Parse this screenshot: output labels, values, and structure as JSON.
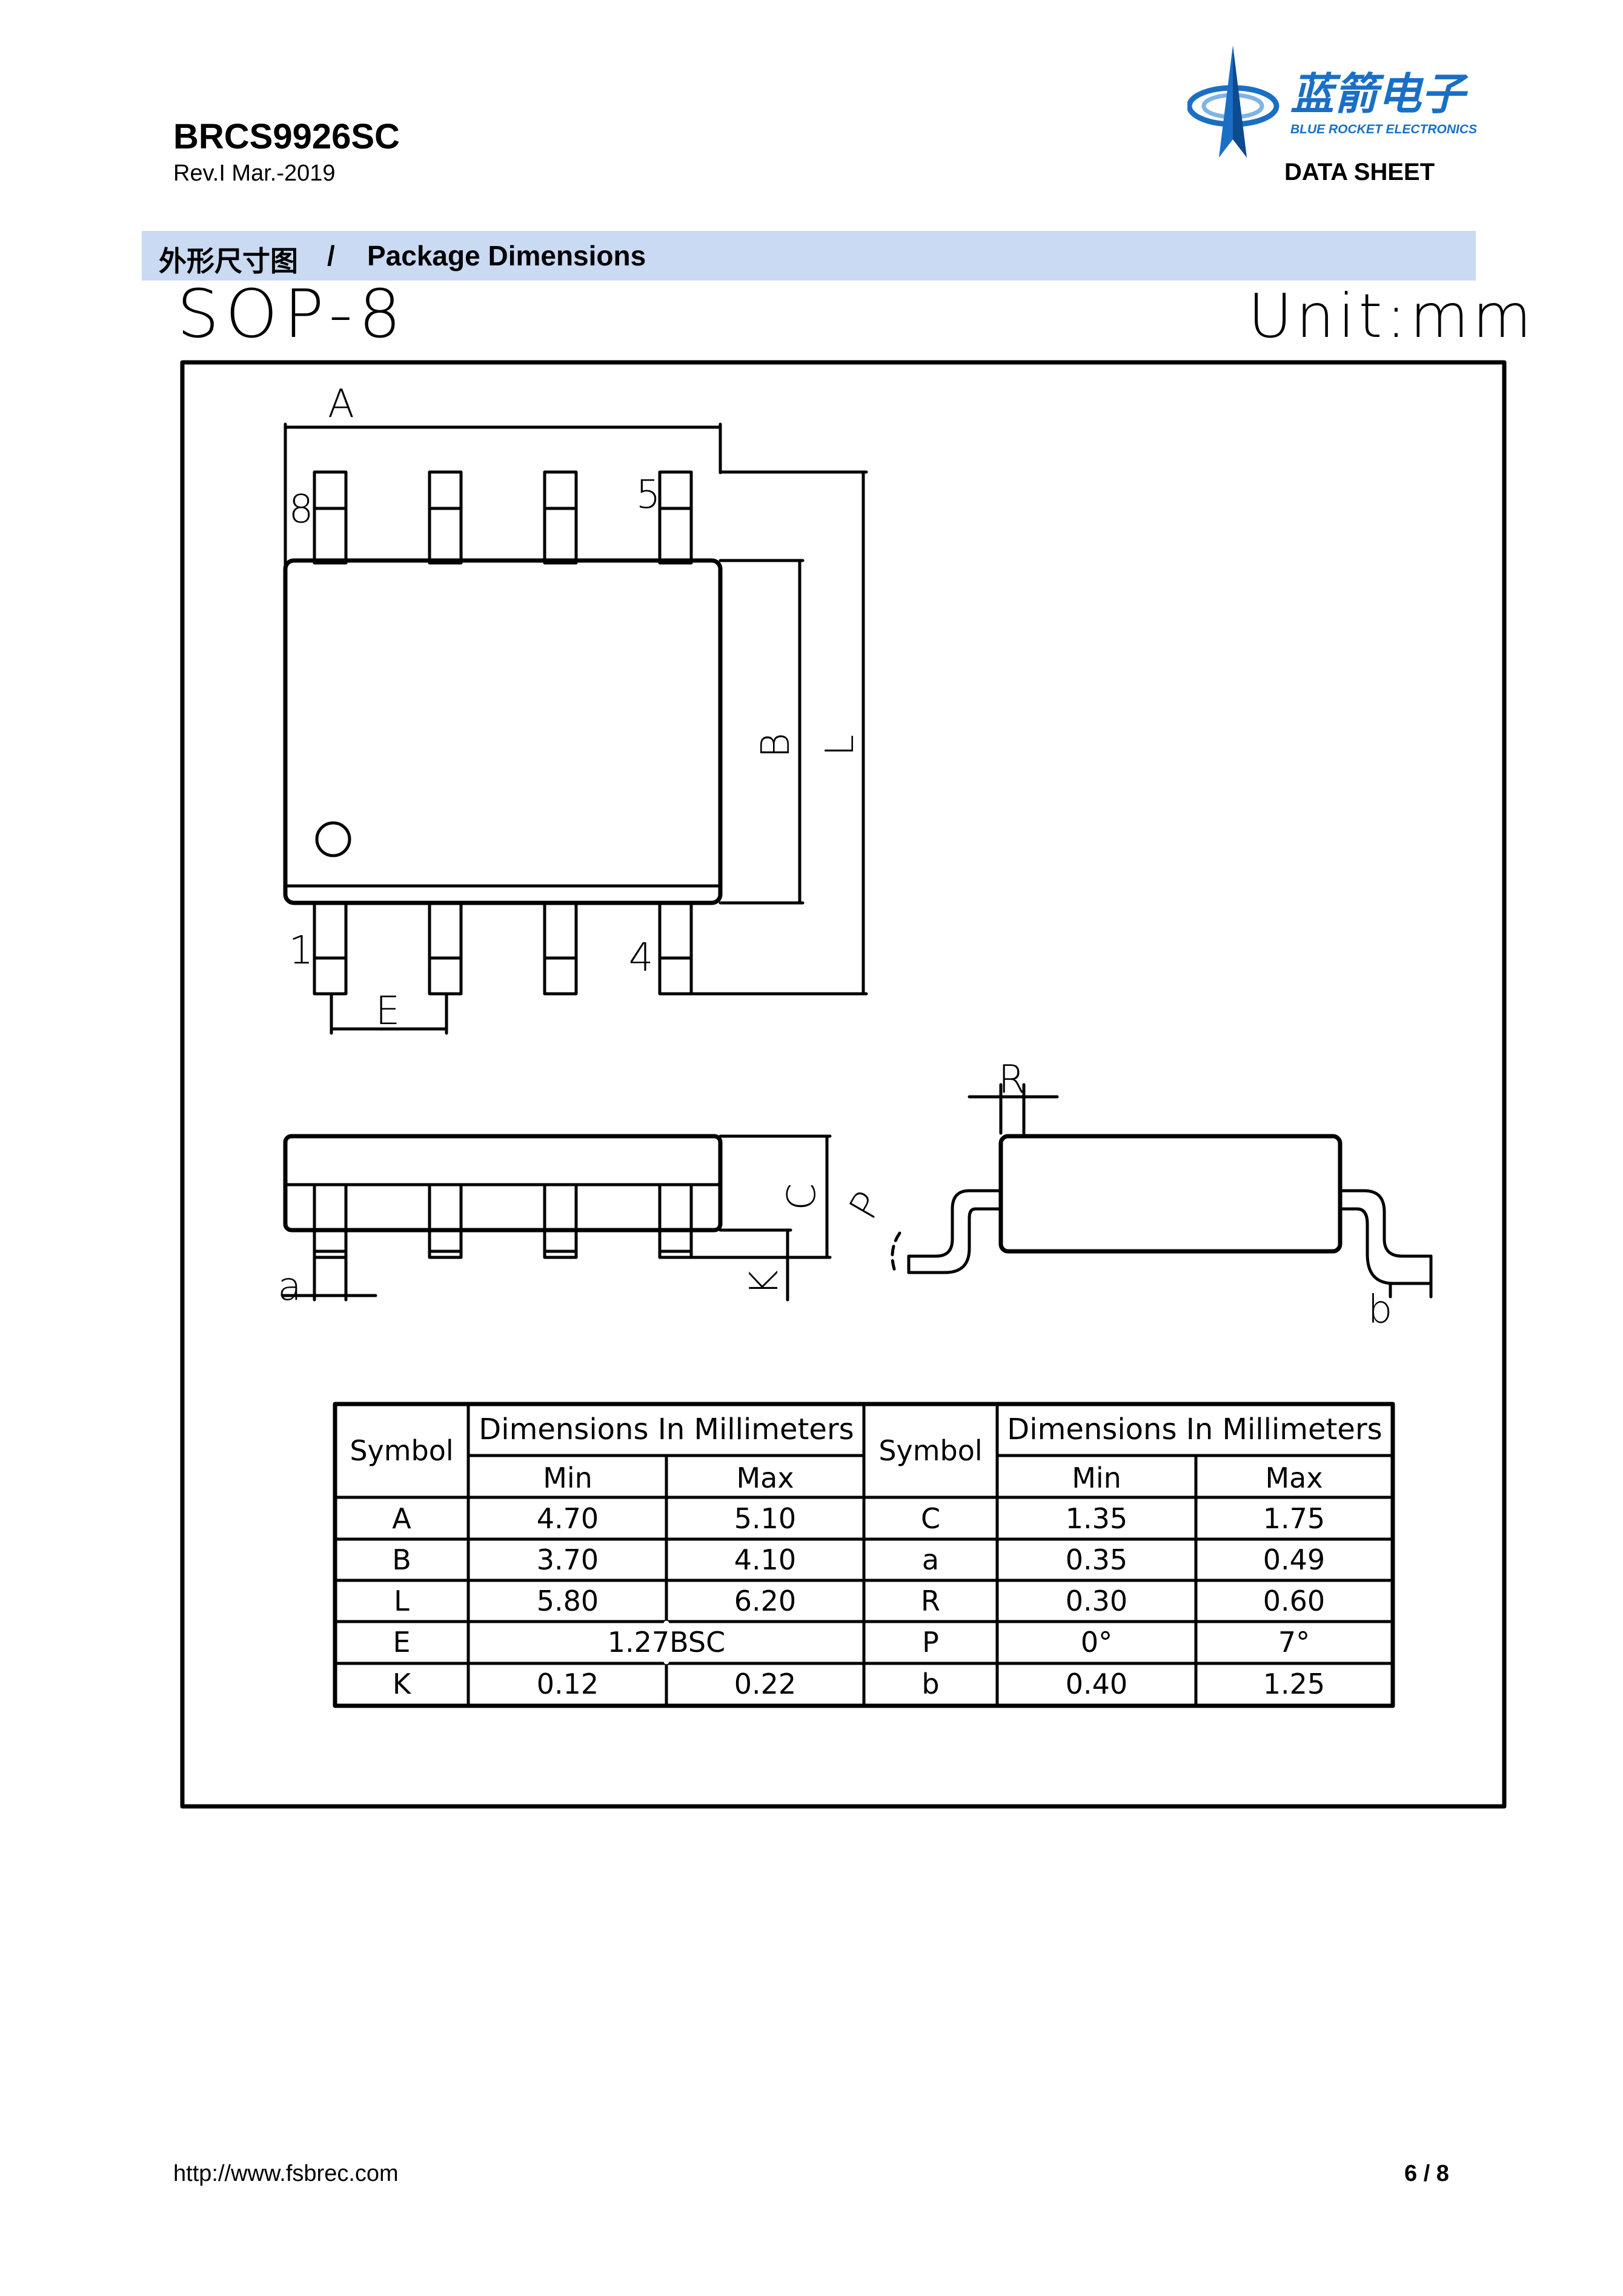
{
  "header": {
    "part_number": "BRCS9926SC",
    "revision": "Rev.I Mar.-2019",
    "logo_cn": "蓝箭电子",
    "logo_en": "BLUE ROCKET ELECTRONICS",
    "doc_type": "DATA SHEET"
  },
  "section": {
    "title_cn": "外形尺寸图",
    "separator": "/",
    "title_en": "Package Dimensions"
  },
  "drawing": {
    "package": "SOP-8",
    "unit": "Unit:mm",
    "labels": {
      "A": "A",
      "B": "B",
      "L": "L",
      "E": "E",
      "C": "C",
      "K": "K",
      "a": "a",
      "R": "R",
      "P": "P",
      "b": "b",
      "pin1": "1",
      "pin4": "4",
      "pin5": "5",
      "pin8": "8"
    }
  },
  "table": {
    "symbol_header": "Symbol",
    "dims_header": "Dimensions In Millimeters",
    "min_header": "Min",
    "max_header": "Max",
    "left_rows": [
      {
        "symbol": "A",
        "min": "4.70",
        "max": "5.10"
      },
      {
        "symbol": "B",
        "min": "3.70",
        "max": "4.10"
      },
      {
        "symbol": "L",
        "min": "5.80",
        "max": "6.20"
      },
      {
        "symbol": "E",
        "value": "1.27BSC"
      },
      {
        "symbol": "K",
        "min": "0.12",
        "max": "0.22"
      }
    ],
    "right_rows": [
      {
        "symbol": "C",
        "min": "1.35",
        "max": "1.75"
      },
      {
        "symbol": "a",
        "min": "0.35",
        "max": "0.49"
      },
      {
        "symbol": "R",
        "min": "0.30",
        "max": "0.60"
      },
      {
        "symbol": "P",
        "min": "0°",
        "max": "7°"
      },
      {
        "symbol": "b",
        "min": "0.40",
        "max": "1.25"
      }
    ]
  },
  "footer": {
    "url": "http://www.fsbrec.com",
    "page": "6 / 8"
  },
  "colors": {
    "banner": "#c9daf2",
    "logo_blue": "#1a6fc4"
  }
}
